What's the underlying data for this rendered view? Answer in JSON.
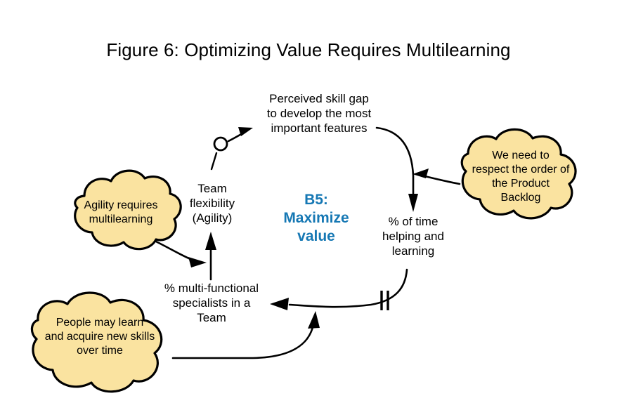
{
  "figure": {
    "title": "Figure 6: Optimizing Value Requires Multilearning",
    "type": "causal-loop-diagram",
    "background_color": "#ffffff",
    "accent_color": "#1678b4",
    "cloud_fill_color": "#fae3a0",
    "stroke_color": "#000000"
  },
  "loop": {
    "id_label": "B5:",
    "name_line1": "Maximize",
    "name_line2": "value",
    "full_label": "B5: Maximize value",
    "polarity": "balancing"
  },
  "variables": [
    {
      "key": "perceived_skill_gap",
      "line1": "Perceived skill gap",
      "line2": "to develop the most",
      "line3": "important features",
      "full": "Perceived skill gap to develop the most important features"
    },
    {
      "key": "team_flexibility",
      "line1": "Team",
      "line2": "flexibility",
      "line3": "(Agility)",
      "full": "Team flexibility (Agility)"
    },
    {
      "key": "time_helping_learning",
      "line1": "% of time",
      "line2": "helping and",
      "line3": "learning",
      "full": "% of time helping and learning"
    },
    {
      "key": "multi_functional_specialists",
      "line1": "% multi-functional",
      "line2": "specialists in a",
      "line3": "Team",
      "full": "% multi-functional specialists in a Team"
    }
  ],
  "clouds": [
    {
      "key": "agility_requires_multilearning",
      "line1": "Agility requires",
      "line2": "multilearning",
      "full": "Agility requires multilearning"
    },
    {
      "key": "product_backlog_order",
      "line1": "We need to",
      "line2": "respect the order of",
      "line3": "the Product",
      "line4": "Backlog",
      "full": "We need to respect the order of the Product Backlog"
    },
    {
      "key": "people_may_learn",
      "line1": "People may learn",
      "line2": "and acquire new skills",
      "line3": "over time",
      "full": "People may learn and acquire new skills over time"
    }
  ],
  "links": [
    {
      "key": "team-flexibility-to-perceived-skill-gap",
      "from": "Team flexibility (Agility)",
      "to": "Perceived skill gap to develop the most important features",
      "marker": "open-circle"
    },
    {
      "key": "perceived-skill-gap-to-time-helping",
      "from": "Perceived skill gap to develop the most important features",
      "to": "% of time helping and learning",
      "marker": "none"
    },
    {
      "key": "backlog-cloud-to-link",
      "from": "We need to respect the order of the Product Backlog",
      "to": "Perceived skill gap link",
      "marker": "none"
    },
    {
      "key": "time-helping-to-multifunctional",
      "from": "% of time helping and learning",
      "to": "% multi-functional specialists in a Team",
      "marker": "delay"
    },
    {
      "key": "multifunctional-to-team-flexibility",
      "from": "% multi-functional specialists in a Team",
      "to": "Team flexibility (Agility)",
      "marker": "none"
    },
    {
      "key": "agility-cloud-to-link",
      "from": "Agility requires multilearning",
      "to": "% multi-functional specialists link",
      "marker": "none"
    },
    {
      "key": "people-learn-cloud-to-link",
      "from": "People may learn and acquire new skills over time",
      "to": "% multi-functional specialists link",
      "marker": "none"
    }
  ],
  "markers": {
    "delay_symbol": "||",
    "link_start_symbol": "o"
  }
}
